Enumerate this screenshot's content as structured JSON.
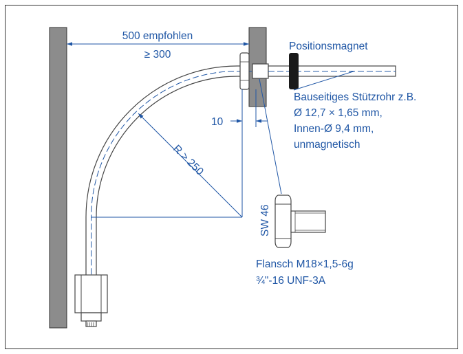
{
  "labels": {
    "recommended_distance": "500 empfohlen",
    "min_distance": "≥ 300",
    "position_magnet": "Positionsmagnet",
    "support_tube_1": "Bauseitiges Stützrohr z.B.",
    "support_tube_2": "Ø 12,7 × 1,65 mm,",
    "support_tube_3": "Innen-Ø 9,4 mm,",
    "support_tube_4": "unmagnetisch",
    "gap": "10",
    "radius": "R > 250",
    "wrench_size": "SW 46",
    "flange_1": "Flansch M18×1,5-6g",
    "flange_2": "¾\"-16 UNF-3A"
  },
  "colors": {
    "dimension": "#1f56a5",
    "wall": "#8c8c8c",
    "magnet": "#1a1a1a",
    "outline": "#333333"
  }
}
